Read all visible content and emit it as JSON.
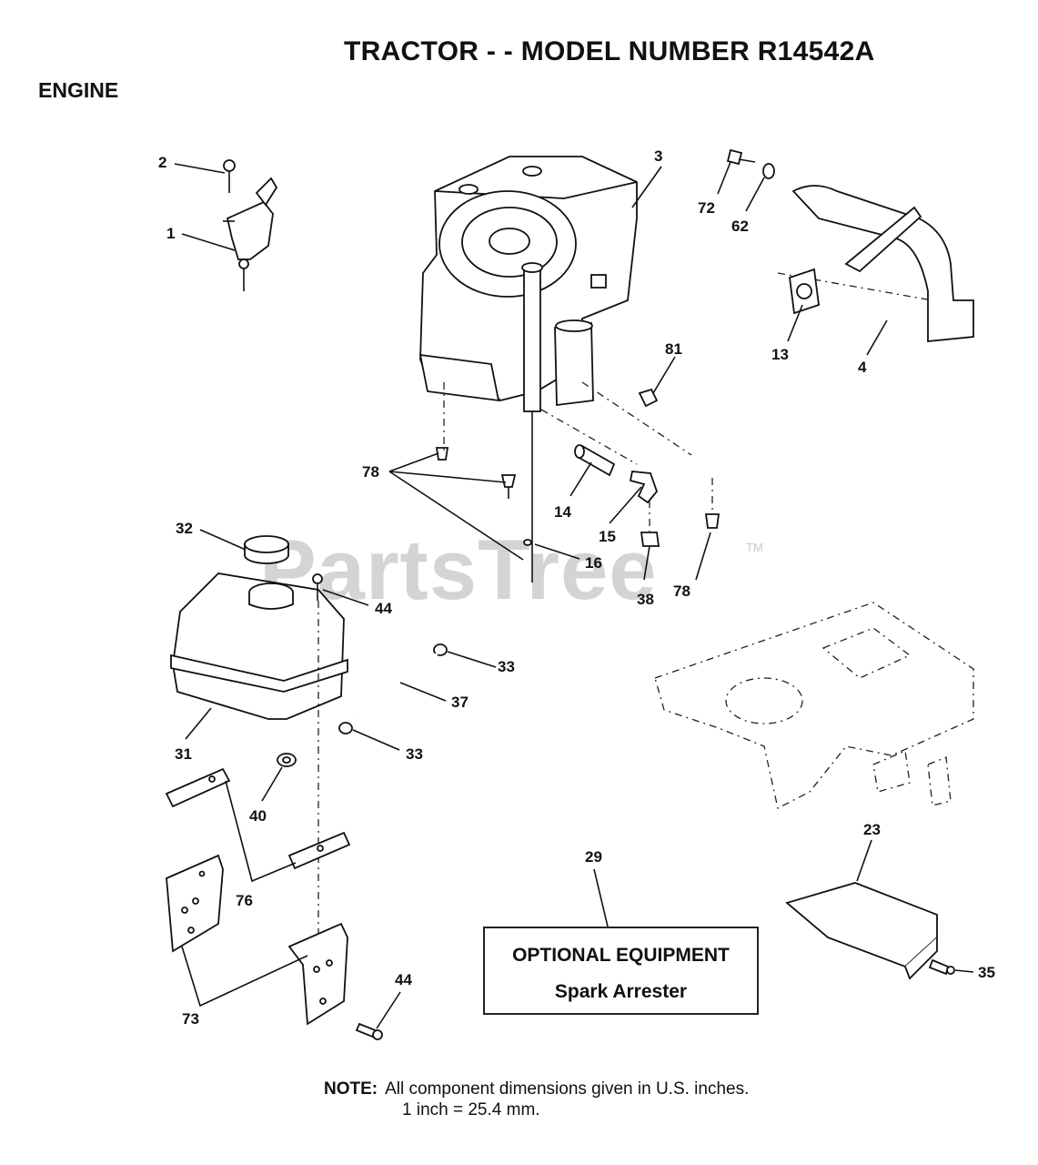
{
  "header": {
    "title": "TRACTOR - - MODEL NUMBER R14542A",
    "section": "ENGINE"
  },
  "watermark": {
    "text": "PartsTree",
    "tm": "TM"
  },
  "callouts": {
    "c1": "1",
    "c2": "2",
    "c3": "3",
    "c4": "4",
    "c13": "13",
    "c14": "14",
    "c15": "15",
    "c16": "16",
    "c23": "23",
    "c29": "29",
    "c31": "31",
    "c32": "32",
    "c33a": "33",
    "c33b": "33",
    "c35": "35",
    "c37": "37",
    "c38": "38",
    "c40": "40",
    "c44a": "44",
    "c44b": "44",
    "c62": "62",
    "c72": "72",
    "c73": "73",
    "c76": "76",
    "c78a": "78",
    "c78b": "78",
    "c81": "81"
  },
  "optional_box": {
    "heading": "OPTIONAL EQUIPMENT",
    "item": "Spark Arrester"
  },
  "note": {
    "label": "NOTE:",
    "line1": "All component dimensions given in U.S. inches.",
    "line2": "1 inch = 25.4 mm."
  }
}
